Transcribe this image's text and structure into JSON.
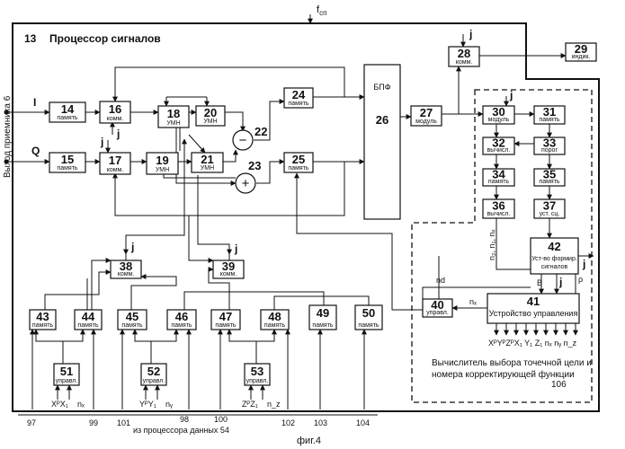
{
  "header": {
    "f_label": "f",
    "f_sub": "сп",
    "title_num": "13",
    "title_text": "Процессор сигналов",
    "side_label": "Выход приемника 6"
  },
  "signals": {
    "i": "I",
    "q": "Q",
    "j": "j"
  },
  "blocks": {
    "b14": {
      "num": "14",
      "sub": "память"
    },
    "b15": {
      "num": "15",
      "sub": "память"
    },
    "b16": {
      "num": "16",
      "sub": "комм."
    },
    "b17": {
      "num": "17",
      "sub": "комм."
    },
    "b18": {
      "num": "18",
      "sub": "УМН"
    },
    "b19": {
      "num": "19",
      "sub": "УМН"
    },
    "b20": {
      "num": "20",
      "sub": "УМН"
    },
    "b21": {
      "num": "21",
      "sub": "УМН"
    },
    "b22": {
      "num": "22"
    },
    "b23": {
      "num": "23"
    },
    "b24": {
      "num": "24",
      "sub": "память"
    },
    "b25": {
      "num": "25",
      "sub": "память"
    },
    "b26": {
      "num": "26",
      "sub": "БПФ"
    },
    "b27": {
      "num": "27",
      "sub": "модуль"
    },
    "b28": {
      "num": "28",
      "sub": "комм."
    },
    "b29": {
      "num": "29",
      "sub": "индик."
    },
    "b30": {
      "num": "30",
      "sub": "модуль"
    },
    "b31": {
      "num": "31",
      "sub": "память"
    },
    "b32": {
      "num": "32",
      "sub": "вычисл."
    },
    "b33": {
      "num": "33",
      "sub": "порог"
    },
    "b34": {
      "num": "34",
      "sub": "память"
    },
    "b35": {
      "num": "35",
      "sub": "память"
    },
    "b36": {
      "num": "36",
      "sub": "вычисл."
    },
    "b37": {
      "num": "37",
      "sub": "уст. сц."
    },
    "b38": {
      "num": "38",
      "sub": "комм."
    },
    "b39": {
      "num": "39",
      "sub": "комм."
    },
    "b40": {
      "num": "40",
      "sub": "управл."
    },
    "b41": {
      "num": "41",
      "sub": "Устройство управления"
    },
    "b42": {
      "num": "42",
      "sub": "Уст-во формир. сигналов"
    },
    "b43": {
      "num": "43",
      "sub": "память"
    },
    "b44": {
      "num": "44",
      "sub": "память"
    },
    "b45": {
      "num": "45",
      "sub": "память"
    },
    "b46": {
      "num": "46",
      "sub": "память"
    },
    "b47": {
      "num": "47",
      "sub": "память"
    },
    "b48": {
      "num": "48",
      "sub": "память"
    },
    "b49": {
      "num": "49",
      "sub": "память"
    },
    "b50": {
      "num": "50",
      "sub": "память"
    },
    "b51": {
      "num": "51",
      "sub": "управл."
    },
    "b52": {
      "num": "52",
      "sub": "управл."
    },
    "b53": {
      "num": "53",
      "sub": "управл."
    }
  },
  "signs": {
    "minus": "−",
    "plus": "+"
  },
  "labels": {
    "n_lbls": "n₂, n₁, nₓ",
    "nd": "nd",
    "nx": "nₓ",
    "b": "B",
    "rho": "ρ",
    "outputs": "XᴾYᴾZᴾX₁ Y₁ Z₁ nₓ nᵧ n_z",
    "x51": "XᴾX₁",
    "nx51": "nₓ",
    "y52": "YᴾY₁",
    "ny52": "nᵧ",
    "z53": "ZᴾZ₁",
    "nz53": "n_z"
  },
  "inner_box": {
    "caption_line1": "Вычислитель выбора точечной цели и",
    "caption_line2": "номера корректирующей функции",
    "num": "106"
  },
  "bottom": {
    "t97": "97",
    "t99": "99",
    "t101": "101",
    "t98": "98",
    "t100": "100",
    "from_proc": "из процессора данных  54",
    "t102": "102",
    "t103": "103",
    "t104": "104",
    "fig": "фиг.4"
  }
}
